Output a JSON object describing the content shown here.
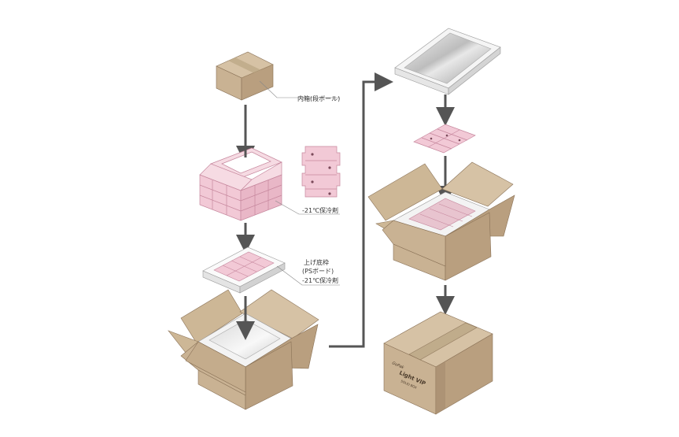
{
  "labels": {
    "inner_box": "内箱(段ボール)",
    "coolant_1": "-21℃保冷剤",
    "bottom_frame_line1": "上げ底枠",
    "bottom_frame_line2": "(PSボード)",
    "coolant_2": "-21℃保冷剤"
  },
  "product": {
    "brand_small": "GoPak",
    "name": "Light VIP",
    "maker_small": "SOLID BOX"
  },
  "colors": {
    "cardboard_top": "#d6c2a5",
    "cardboard_left": "#c9b293",
    "cardboard_right": "#b99f7f",
    "tape": "#bda987",
    "coolant_pink": "#f2c9d6",
    "coolant_edge": "#c6879d",
    "foam_white": "#f7f7f7",
    "arrow": "#555555"
  }
}
